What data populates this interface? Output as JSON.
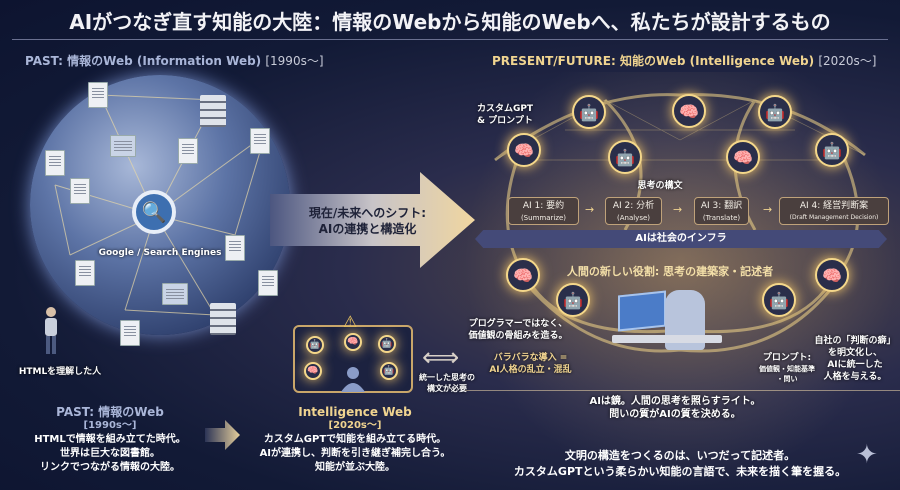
{
  "title": "AIがつなぎ直す知能の大陸：情報のWebから知能のWebへ、私たちが設計するもの",
  "left_header": {
    "label": "PAST: 情報のWeb (Information Web)",
    "years": "[1990s〜]"
  },
  "right_header": {
    "label": "PRESENT/FUTURE: 知能のWeb (Intelligence Web)",
    "years": "[2020s〜]"
  },
  "globe": {
    "search_label": "Google / Search Engines",
    "person_label": "HTMLを理解した人"
  },
  "shift_arrow": {
    "line1": "現在/未来へのシフト:",
    "line2": "AIの連携と構造化"
  },
  "network": {
    "custom_gpt_label": "カスタムGPT\n& プロンプト",
    "syntax_label": "思考の構文",
    "steps": [
      {
        "label": "AI 1: 要約",
        "sub": "(Summarize)"
      },
      {
        "label": "AI 2: 分析",
        "sub": "(Analyse)"
      },
      {
        "label": "AI 3: 翻訳",
        "sub": "(Translate)"
      },
      {
        "label": "AI 4: 経営判断案",
        "sub": "(Draft Management Decision)"
      }
    ],
    "banner": "AIは社会のインフラ",
    "role": "人間の新しい役割: 思考の建築家・記述者"
  },
  "notes": {
    "programmer": "プログラマーではなく、\n価値観の骨組みを造る。",
    "scattered": "バラバラな導入 =\nAI人格の乱立・混乱",
    "prompt_title": "プロンプト:",
    "prompt_sub": "価値観・知能基準\n・問い",
    "company": "自社の「判断の癖」\nを明文化し、\nAIに統一した\n人格を与える。",
    "mirror": "AIは鏡。人間の思考を照らすライト。\n問いの質がAIの質を決める。",
    "unified": "統一した思考の\n構文が必要"
  },
  "bottom_left": {
    "title": "PAST: 情報のWeb",
    "years": "[1990s〜]",
    "text": "HTMLで情報を組み立てた時代。\n世界は巨大な図書館。\nリンクでつながる情報の大陸。"
  },
  "bottom_mid": {
    "title": "Intelligence Web",
    "years": "[2020s〜]",
    "text": "カスタムGPTで知能を組み立てる時代。\nAIが連携し、判断を引き継ぎ補完し合う。\n知能が並ぶ大陸。"
  },
  "closing": {
    "line1": "文明の構造をつくるのは、いつだって記述者。",
    "line2": "カスタムGPTという柔らかい知能の言語で、未来を描く筆を握る。"
  },
  "colors": {
    "gold": "#f0d490",
    "past_blue": "#aab6d8",
    "bg": "#0f1630"
  }
}
